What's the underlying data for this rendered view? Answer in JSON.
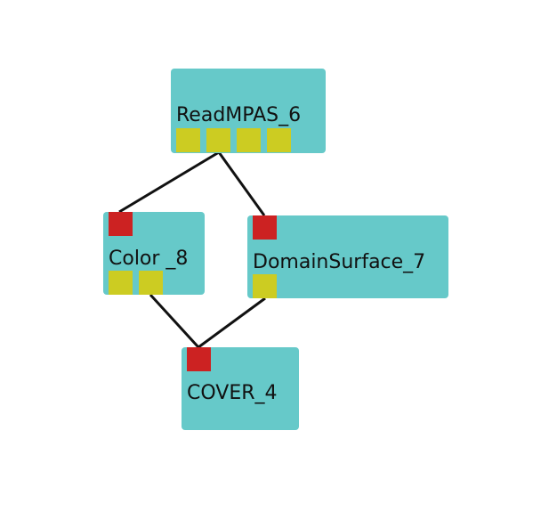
{
  "colors": {
    "node_fill": "#66c9c9",
    "input_port": "#cc2222",
    "output_port": "#cccc22",
    "link": "#111111"
  },
  "nodes": {
    "readmpas": {
      "label": "ReadMPAS_6",
      "inputs": 0,
      "outputs": 4
    },
    "color": {
      "label": "Color _8",
      "inputs": 1,
      "outputs": 2
    },
    "domainsurface": {
      "label": "DomainSurface_7",
      "inputs": 1,
      "outputs": 1
    },
    "cover": {
      "label": "COVER_4",
      "inputs": 1,
      "outputs": 0
    }
  },
  "links": [
    {
      "from": "ReadMPAS_6",
      "to": "Color _8"
    },
    {
      "from": "ReadMPAS_6",
      "to": "DomainSurface_7"
    },
    {
      "from": "Color _8",
      "to": "COVER_4"
    },
    {
      "from": "DomainSurface_7",
      "to": "COVER_4"
    }
  ]
}
